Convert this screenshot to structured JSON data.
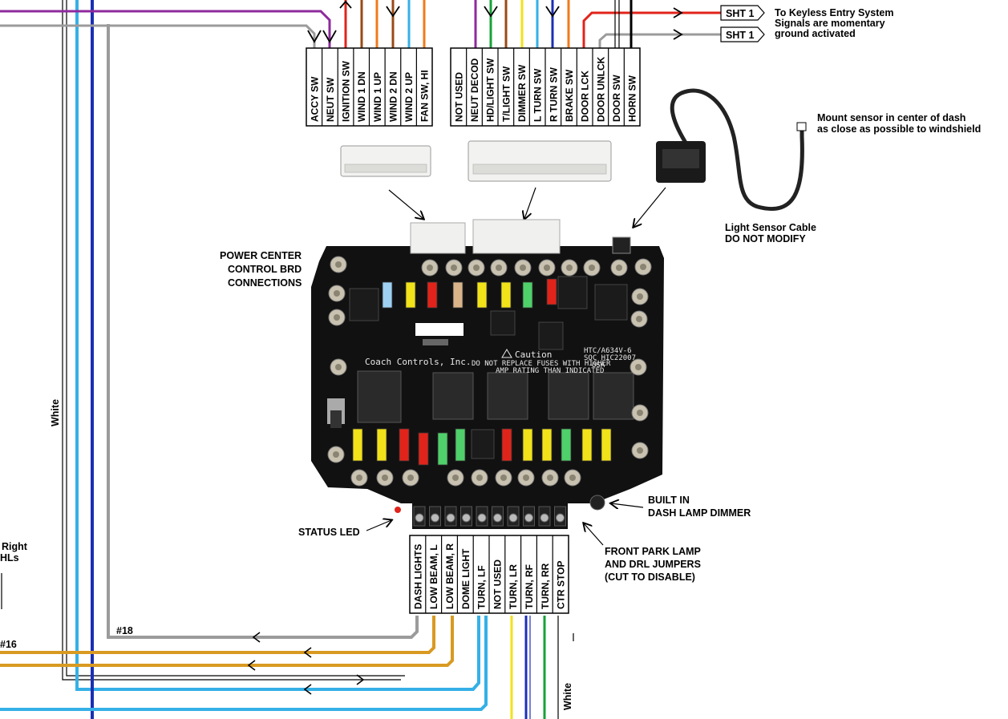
{
  "top_connector_left": [
    "ACCY SW",
    "NEUT SW",
    "IGNITION SW",
    "WIND 1 DN",
    "WIND 1 UP",
    "WIND 2 DN",
    "WIND 2 UP",
    "FAN SW, HI"
  ],
  "top_connector_right": [
    "NOT USED",
    "NEUT DECOD",
    "HD/LIGHT SW",
    "T/LIGHT SW",
    "DIMMER SW",
    "L TURN SW",
    "R TURN SW",
    "BRAKE SW",
    "DOOR LCK",
    "DOOR UNLCK",
    "DOOR SW",
    "HORN SW"
  ],
  "bottom_connector": [
    "DASH LIGHTS",
    "LOW BEAM, L",
    "LOW BEAM, R",
    "DOME LIGHT",
    "TURN, LF",
    "NOT USED",
    "TURN, LR",
    "TURN, RF",
    "TURN, RR",
    "CTR STOP"
  ],
  "sht_tags": [
    "SHT 1",
    "SHT 1"
  ],
  "callouts": {
    "keyless_1": "To Keyless Entry System",
    "keyless_2": "Signals are momentary",
    "keyless_3": "ground activated",
    "mount_1": "Mount sensor in center of dash",
    "mount_2": "as close as possible to windshield",
    "sensor_cable_1": "Light Sensor Cable",
    "sensor_cable_2": "DO NOT MODIFY",
    "power_center_1": "POWER CENTER",
    "power_center_2": "CONTROL BRD",
    "power_center_3": "CONNECTIONS",
    "status_led": "STATUS LED",
    "dimmer_1": "BUILT IN",
    "dimmer_2": "DASH LAMP DIMMER",
    "park_1": "FRONT PARK LAMP",
    "park_2": "AND DRL JUMPERS",
    "park_3": "(CUT TO DISABLE)",
    "right_1": "Right",
    "right_2": "HLs"
  },
  "wire_labels": {
    "white_left": "White",
    "white_bottom": "White",
    "gauge_18": "#18",
    "gauge_16": "#16"
  },
  "board": {
    "brand": "Coach Controls, Inc.",
    "caution": "Caution",
    "caution_1": "DO NOT REPLACE FUSES WITH HIGHER",
    "caution_2": "AMP RATING THAN INDICATED",
    "part_1": "HTC/A634V-6",
    "part_2": "SOC HIC22007",
    "part_3": "USA"
  },
  "colors": {
    "purple": "#8e2a9e",
    "red": "#e0241b",
    "brown": "#9a4a14",
    "orange": "#f07a1a",
    "light_blue": "#35b0e6",
    "dark_blue": "#1b2fb4",
    "green": "#18a23a",
    "yellow": "#f2e21a",
    "gray": "#9b9b9b",
    "tan": "#d99a22",
    "black": "#111111"
  }
}
